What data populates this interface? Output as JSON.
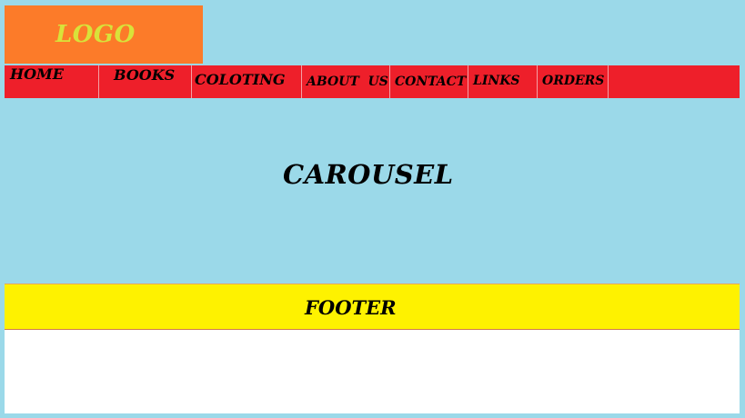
{
  "logo": {
    "text": "LOGO"
  },
  "nav": {
    "items": [
      {
        "label": "HOME"
      },
      {
        "label": "BOOKS"
      },
      {
        "label": "COLOTING"
      },
      {
        "label": "ABOUT  US"
      },
      {
        "label": "CONTACT"
      },
      {
        "label": "LINKS"
      },
      {
        "label": "ORDERS"
      }
    ]
  },
  "carousel": {
    "label": "CAROUSEL"
  },
  "footer": {
    "label": "FOOTER"
  },
  "colors": {
    "page_background": "#9bd9e9",
    "logo_background": "#fc7b29",
    "logo_text": "#d8e23a",
    "nav_background": "#ee1f2a",
    "footer_background": "#fef200",
    "bottom_background": "#ffffff"
  }
}
